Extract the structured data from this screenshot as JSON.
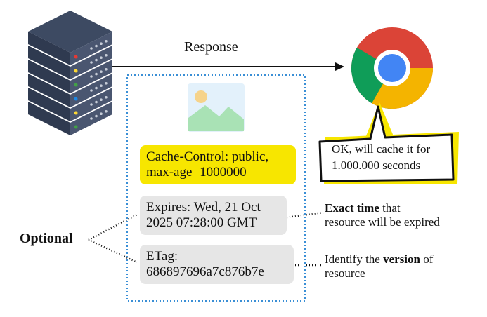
{
  "response_label": "Response",
  "optional_label": "Optional",
  "cache_control": "Cache-Control: public,\nmax-age=1000000",
  "expires": "Expires: Wed, 21 Oct\n2025 07:28:00 GMT",
  "etag": "ETag:\n686897696a7c876b7e",
  "bubble_text": "OK, will cache it for\n1.000.000 seconds",
  "annotations": {
    "expires": {
      "bold": "Exact time",
      "rest1": " that",
      "line2": "resource will be expired"
    },
    "etag": {
      "pre": "Identify the ",
      "bold": "version",
      "post": " of",
      "line2": "resource"
    }
  },
  "icons": [
    "server-icon",
    "chrome-browser-icon",
    "image-placeholder-icon",
    "speech-bubble-icon"
  ],
  "colors": {
    "highlight_yellow": "#f7e600",
    "dotted_blue": "#3a8fd6",
    "gray_pill": "#e6e6e6"
  }
}
